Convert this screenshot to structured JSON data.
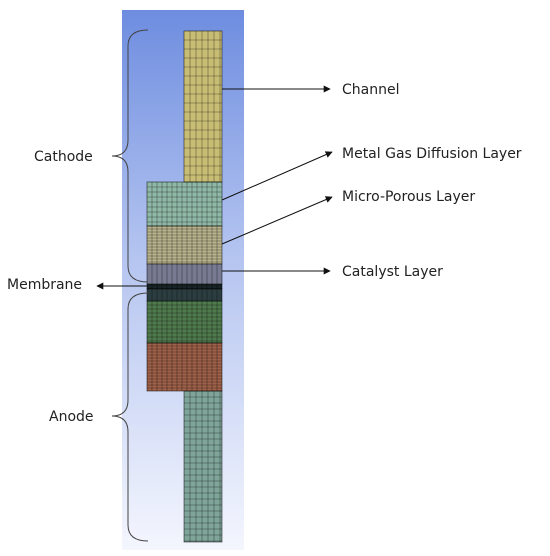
{
  "labels": {
    "channel": "Channel",
    "metal_gdl": "Metal Gas Diffusion Layer",
    "mpl": "Micro-Porous Layer",
    "catalyst": "Catalyst Layer",
    "membrane": "Membrane",
    "cathode": "Cathode",
    "anode": "Anode"
  },
  "colors": {
    "background_top": "#6e8de0",
    "background_bottom": "#f4f6fe",
    "channel_cathode": "#c8bd74",
    "metal_gdl_cathode": "#8fb8a6",
    "mpl_cathode": "#b9b48d",
    "catalyst_cathode": "#8a8ea8",
    "membrane": "#1c2a2c",
    "catalyst_anode": "#33474a",
    "gdl_anode": "#4f7a4e",
    "mpl_anode": "#a0624a",
    "channel_anode": "#7fa59a"
  }
}
